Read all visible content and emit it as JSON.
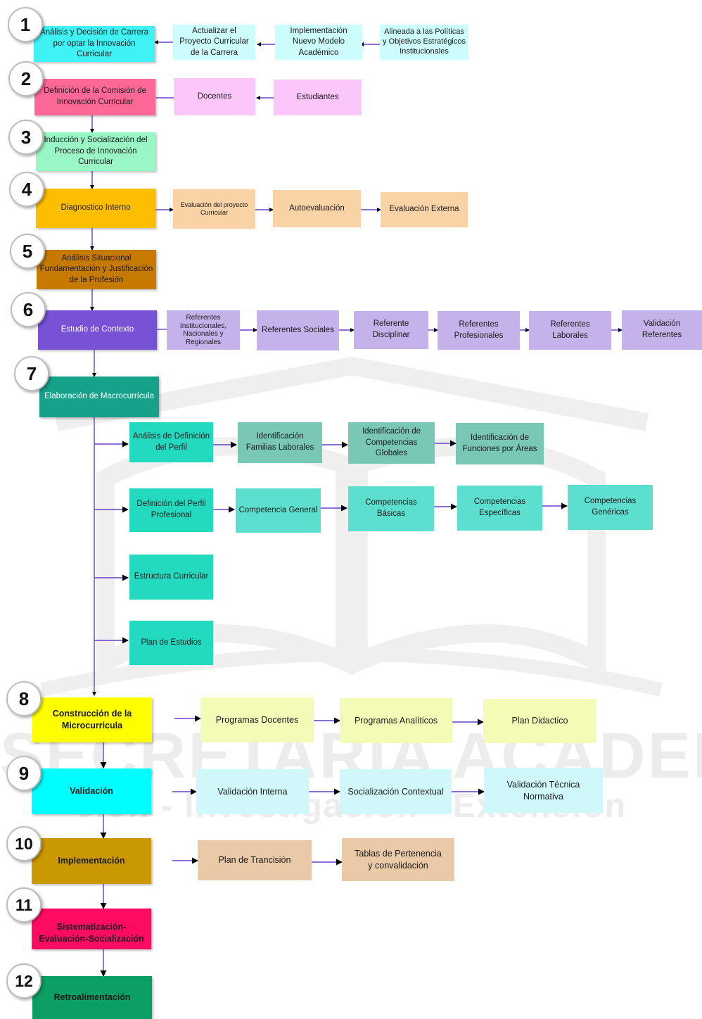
{
  "watermark": {
    "line1": "SECRETARIA ACADEMICA",
    "line2": "ción  -  Investigación  -  Extensión"
  },
  "colors": {
    "step1": "#3ff3f5",
    "step1_light": "#ccfcfc",
    "step2": "#fe6896",
    "step2_light": "#fdc6fb",
    "step3": "#98f7c5",
    "step4": "#fdbd01",
    "step4_light": "#f9d2a5",
    "step5": "#c77a01",
    "step6": "#7852d5",
    "step6_light": "#c5b2ea",
    "step7": "#15a18a",
    "step7_cyan": "#23d9bf",
    "step7_grey": "#79c7b6",
    "step8": "#fefe00",
    "step8_light": "#f4fbb6",
    "step9": "#00fefe",
    "step9_light": "#d0f8fb",
    "step10": "#ca9802",
    "step10_light": "#e9c9a6",
    "step11": "#fe0b62",
    "step12": "#0b9f63",
    "arrow": "#6a3fd0"
  },
  "steps": [
    {
      "number": "1",
      "label": "Análisis y Decisión de Carrera por optar la Innovación Curricular"
    },
    {
      "number": "2",
      "label": "Definición de la Comisión de Innovación Curricular"
    },
    {
      "number": "3",
      "label": "Inducción y Socialización del Proceso de Innovación Curricular"
    },
    {
      "number": "4",
      "label": "Diagnostico Interno"
    },
    {
      "number": "5",
      "label": "Análisis Situacional Fundamentación y Justificación de la Profesión"
    },
    {
      "number": "6",
      "label": "Estudio de Contexto"
    },
    {
      "number": "7",
      "label": "Elaboración de Macrocurrícula"
    },
    {
      "number": "8",
      "label": "Construcción de la Microcurricula"
    },
    {
      "number": "9",
      "label": "Validación"
    },
    {
      "number": "10",
      "label": "Implementación"
    },
    {
      "number": "11",
      "label": "Sistematización- Evaluación-Socialización"
    },
    {
      "number": "12",
      "label": "Retroalimentación"
    }
  ],
  "row1": [
    "Actualizar el Proyecto Curricular de la Carrera",
    "Implementación Nuevo Modelo Académico",
    "Alineada a las Políticas y Objetivos Estratégicos Institucionales"
  ],
  "row2": [
    "Docentes",
    "Estudiantes"
  ],
  "row4": [
    "Evaluación del proyecto Curricular",
    "Autoevaluación",
    "Evaluación Externa"
  ],
  "row6": [
    "Referentes Institucionales, Nacionales y Regionales",
    "Referentes Sociales",
    "Referente Disciplinar",
    "Referentes Profesionales",
    "Referentes Laborales",
    "Validación Referentes"
  ],
  "macro": {
    "perfil": [
      "Análisis de Definición del Perfil",
      "Identificación Familias Laborales",
      "Identificación de Competencias Globales",
      "Identificación de Funciones por Áreas"
    ],
    "competencias": [
      "Definición del Perfil Profesional",
      "Competencia General",
      "Competencias Básicas",
      "Competencias Específicas",
      "Competencias Genéricas"
    ],
    "estructura": "Estructura Curricular",
    "plan": "Plan de Estudios"
  },
  "row8": [
    "Programas Docentes",
    "Programas Analíticos",
    "Plan Didactico"
  ],
  "row9": [
    "Validación Interna",
    "Socialización Contextual",
    "Validación Técnica Normativa"
  ],
  "row10": [
    "Plan de Trancisión",
    "Tablas de Pertenencia y convalidación"
  ]
}
